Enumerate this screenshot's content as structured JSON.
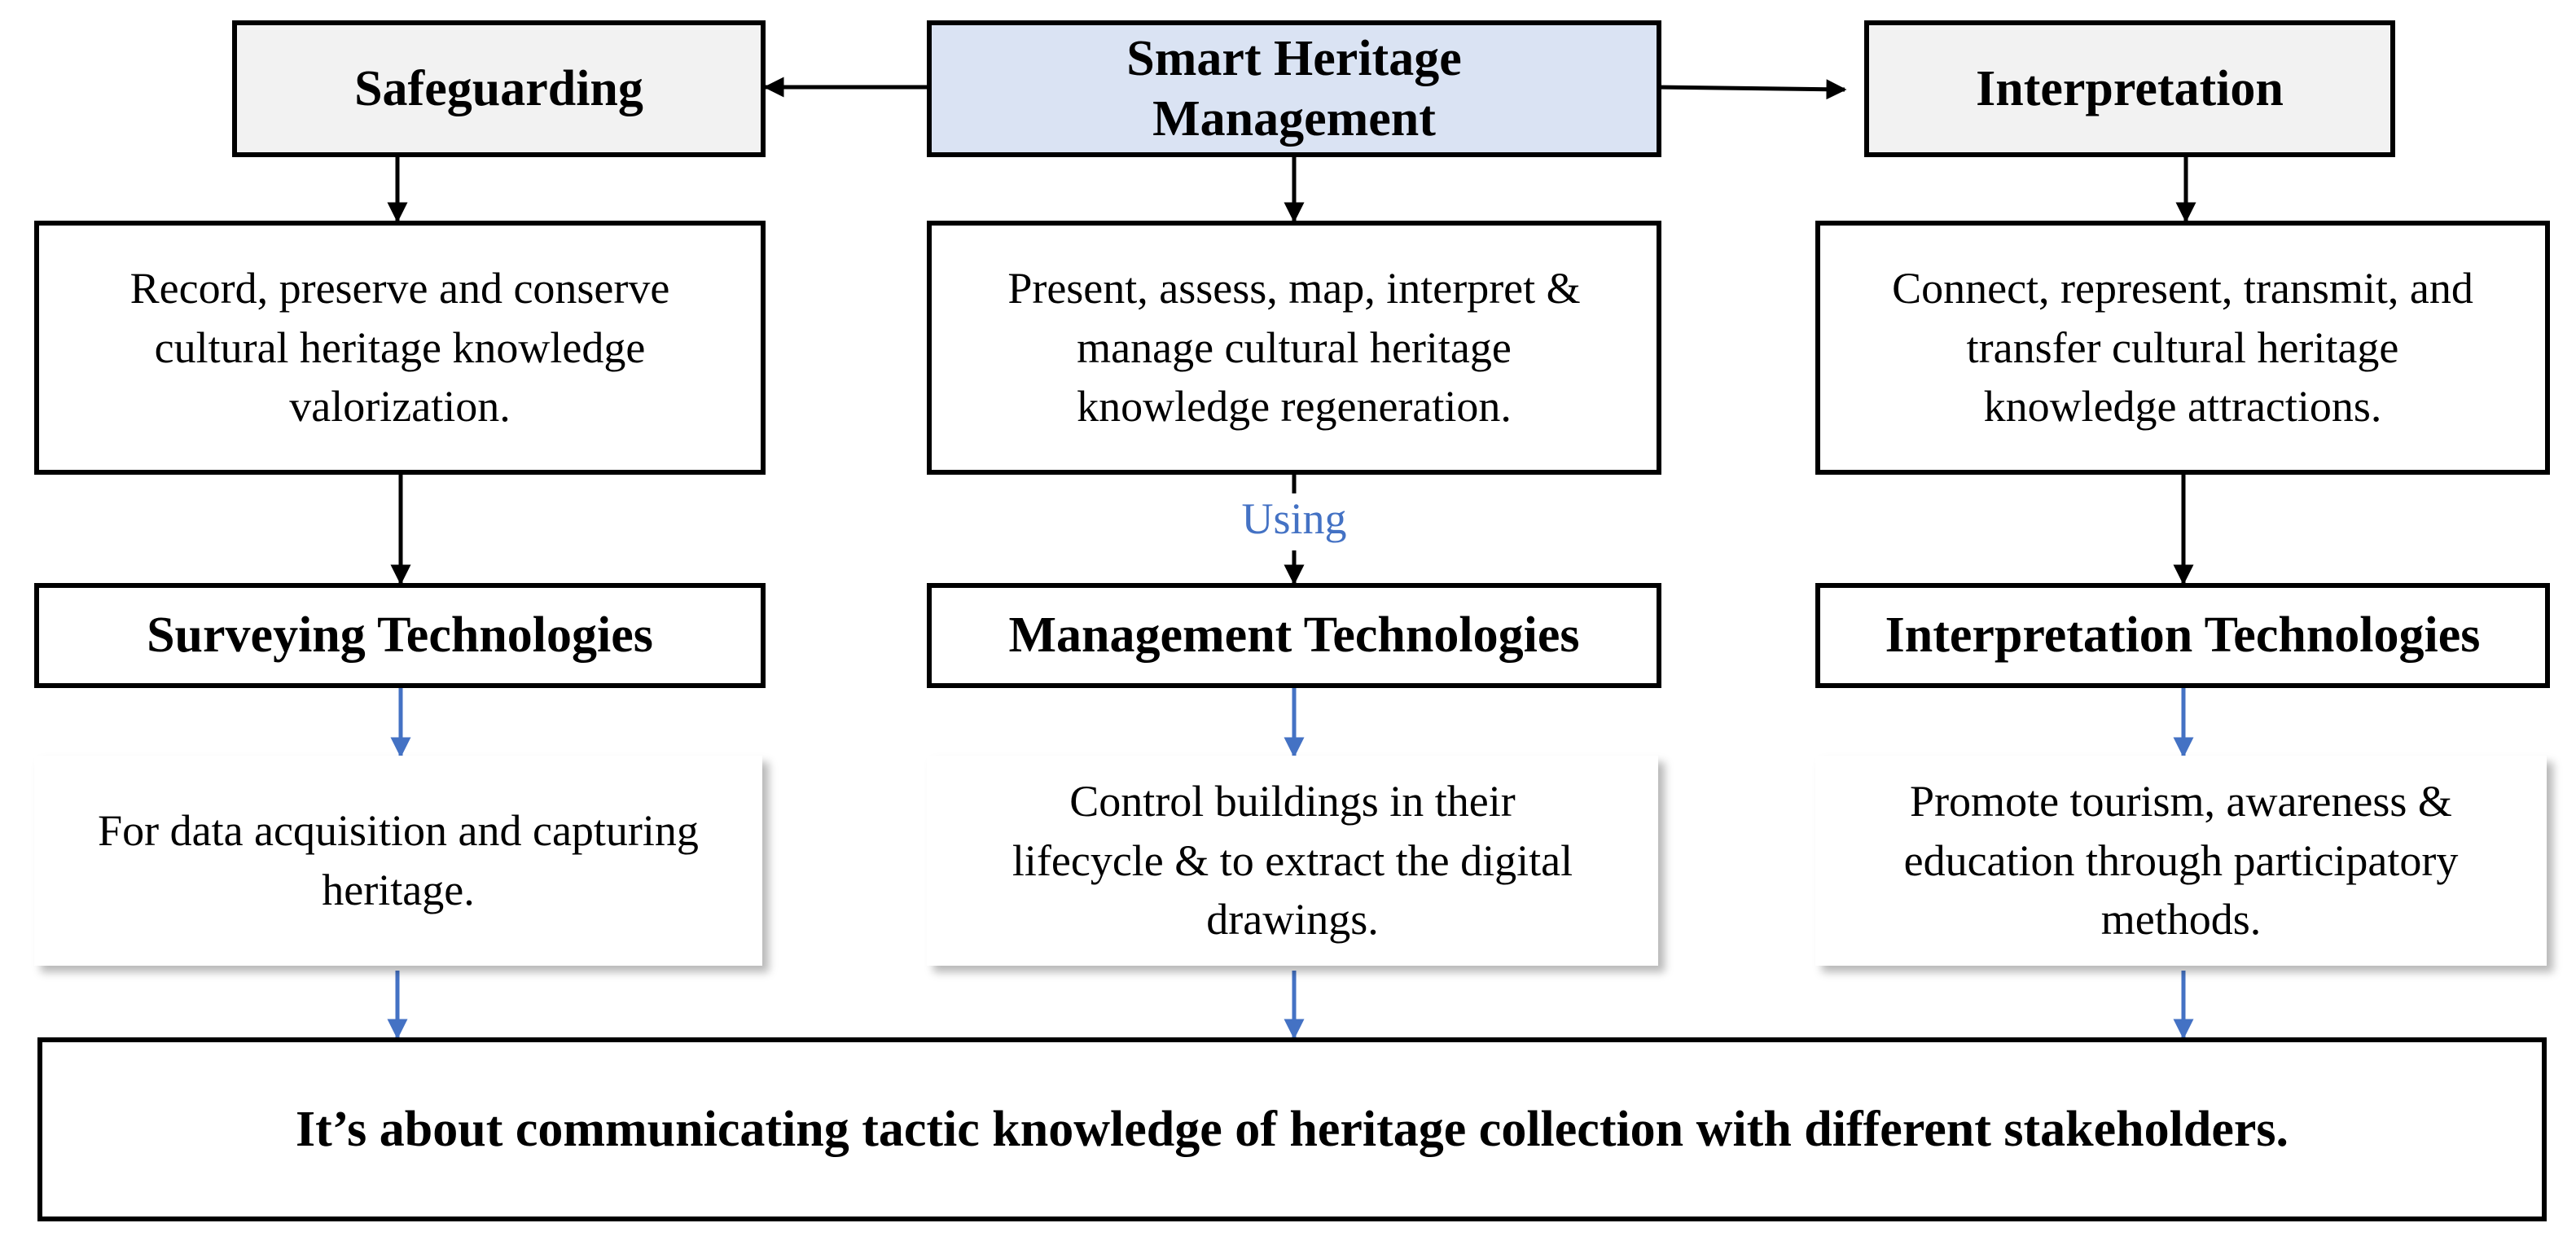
{
  "colors": {
    "border": "#000000",
    "top_box_fill": "#f2f2f2",
    "center_top_fill": "#dae3f3",
    "blue_arrow": "#4472c4",
    "using_text": "#4472c4"
  },
  "center_top": {
    "line1": "Smart Heritage",
    "line2": "Management"
  },
  "left_top": {
    "label": "Safeguarding"
  },
  "right_top": {
    "label": "Interpretation"
  },
  "left_desc": {
    "line1": "Record, preserve and conserve",
    "line2": "cultural heritage knowledge",
    "line3": "valorization."
  },
  "center_desc": {
    "line1": "Present, assess, map, interpret &",
    "line2": "manage cultural heritage",
    "line3": "knowledge regeneration."
  },
  "right_desc": {
    "line1": "Connect, represent, transmit, and",
    "line2": "transfer cultural heritage",
    "line3": "knowledge attractions."
  },
  "using_label": "Using",
  "left_tech": {
    "label": "Surveying Technologies"
  },
  "center_tech": {
    "label": "Management Technologies"
  },
  "right_tech": {
    "label": "Interpretation Technologies"
  },
  "left_detail": {
    "line1": "For data acquisition and capturing",
    "line2": "heritage."
  },
  "center_detail": {
    "line1": "Control buildings in their",
    "line2": "lifecycle & to extract the digital",
    "line3": "drawings."
  },
  "right_detail": {
    "line1": "Promote tourism, awareness &",
    "line2": "education through participatory",
    "line3": "methods."
  },
  "bottom": {
    "label": "It’s about communicating tactic knowledge of heritage collection with different stakeholders."
  }
}
